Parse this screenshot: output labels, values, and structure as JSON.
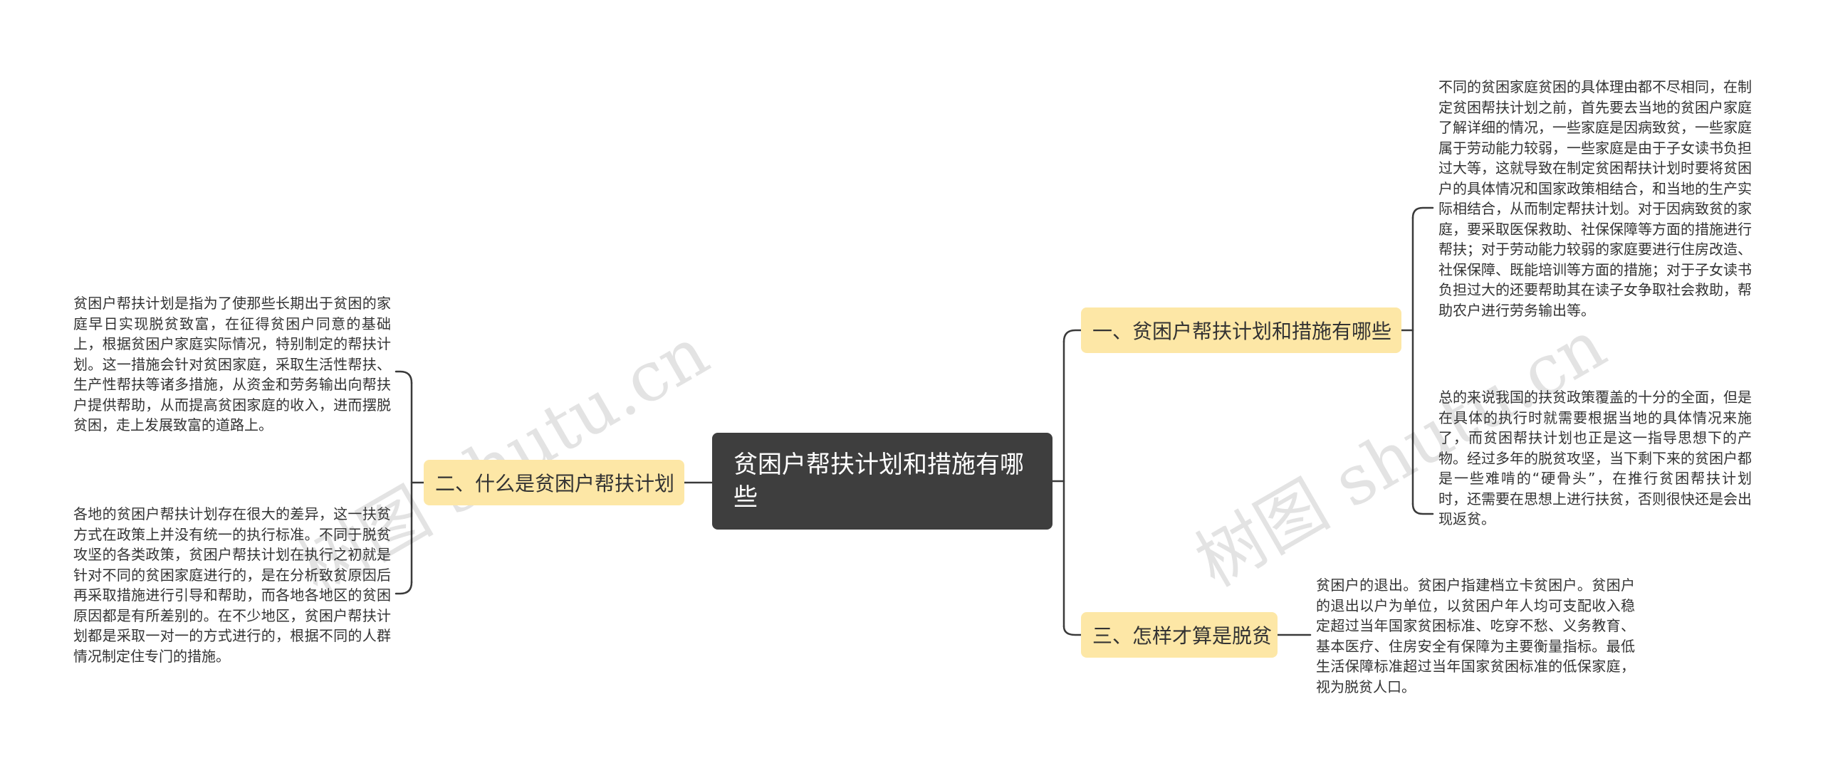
{
  "root": {
    "title": "贫困户帮扶计划和措施有哪些"
  },
  "branches": [
    {
      "label": "一、贫困户帮扶计划和措施有哪些"
    },
    {
      "label": "二、什么是贫困户帮扶计划"
    },
    {
      "label": "三、怎样才算是脱贫"
    }
  ],
  "leaves": [
    {
      "text": "不同的贫困家庭贫困的具体理由都不尽相同，在制定贫困帮扶计划之前，首先要去当地的贫困户家庭了解详细的情况，一些家庭是因病致贫，一些家庭属于劳动能力较弱，一些家庭是由于子女读书负担过大等，这就导致在制定贫困帮扶计划时要将贫困户的具体情况和国家政策相结合，和当地的生产实际相结合，从而制定帮扶计划。对于因病致贫的家庭，要采取医保救助、社保保障等方面的措施进行帮扶；对于劳动能力较弱的家庭要进行住房改造、社保保障、既能培训等方面的措施；对于子女读书负担过大的还要帮助其在读子女争取社会救助，帮助农户进行劳务输出等。"
    },
    {
      "text": "总的来说我国的扶贫政策覆盖的十分的全面，但是在具体的执行时就需要根据当地的具体情况来施了，而贫困帮扶计划也正是这一指导思想下的产物。经过多年的脱贫攻坚，当下剩下来的贫困户都是一些难啃的“硬骨头”，在推行贫困帮扶计划时，还需要在思想上进行扶贫，否则很快还是会出现返贫。"
    },
    {
      "text": "贫困户帮扶计划是指为了使那些长期出于贫困的家庭早日实现脱贫致富，在征得贫困户同意的基础上，根据贫困户家庭实际情况，特别制定的帮扶计划。这一措施会针对贫困家庭，采取生活性帮扶、生产性帮扶等诸多措施，从资金和劳务输出向帮扶户提供帮助，从而提高贫困家庭的收入，进而摆脱贫困，走上发展致富的道路上。"
    },
    {
      "text": "各地的贫困户帮扶计划存在很大的差异，这一扶贫方式在政策上并没有统一的执行标准。不同于脱贫攻坚的各类政策，贫困户帮扶计划在执行之初就是针对不同的贫困家庭进行的，是在分析致贫原因后再采取措施进行引导和帮助，而各地各地区的贫困原因都是有所差别的。在不少地区，贫困户帮扶计划都是采取一对一的方式进行的，根据不同的人群情况制定住专门的措施。"
    },
    {
      "text": "贫困户的退出。贫困户指建档立卡贫困户。贫困户的退出以户为单位，以贫困户年人均可支配收入稳定超过当年国家贫困标准、吃穿不愁、义务教育、基本医疗、住房安全有保障为主要衡量指标。最低生活保障标准超过当年国家贫困标准的低保家庭，视为脱贫人口。"
    }
  ],
  "watermarks": [
    "树图 shutu.cn",
    "树图 shutu.cn"
  ],
  "colors": {
    "root_bg": "#3e3e3e",
    "branch_bg": "#fde7a6",
    "connector": "#3a3a3a"
  }
}
